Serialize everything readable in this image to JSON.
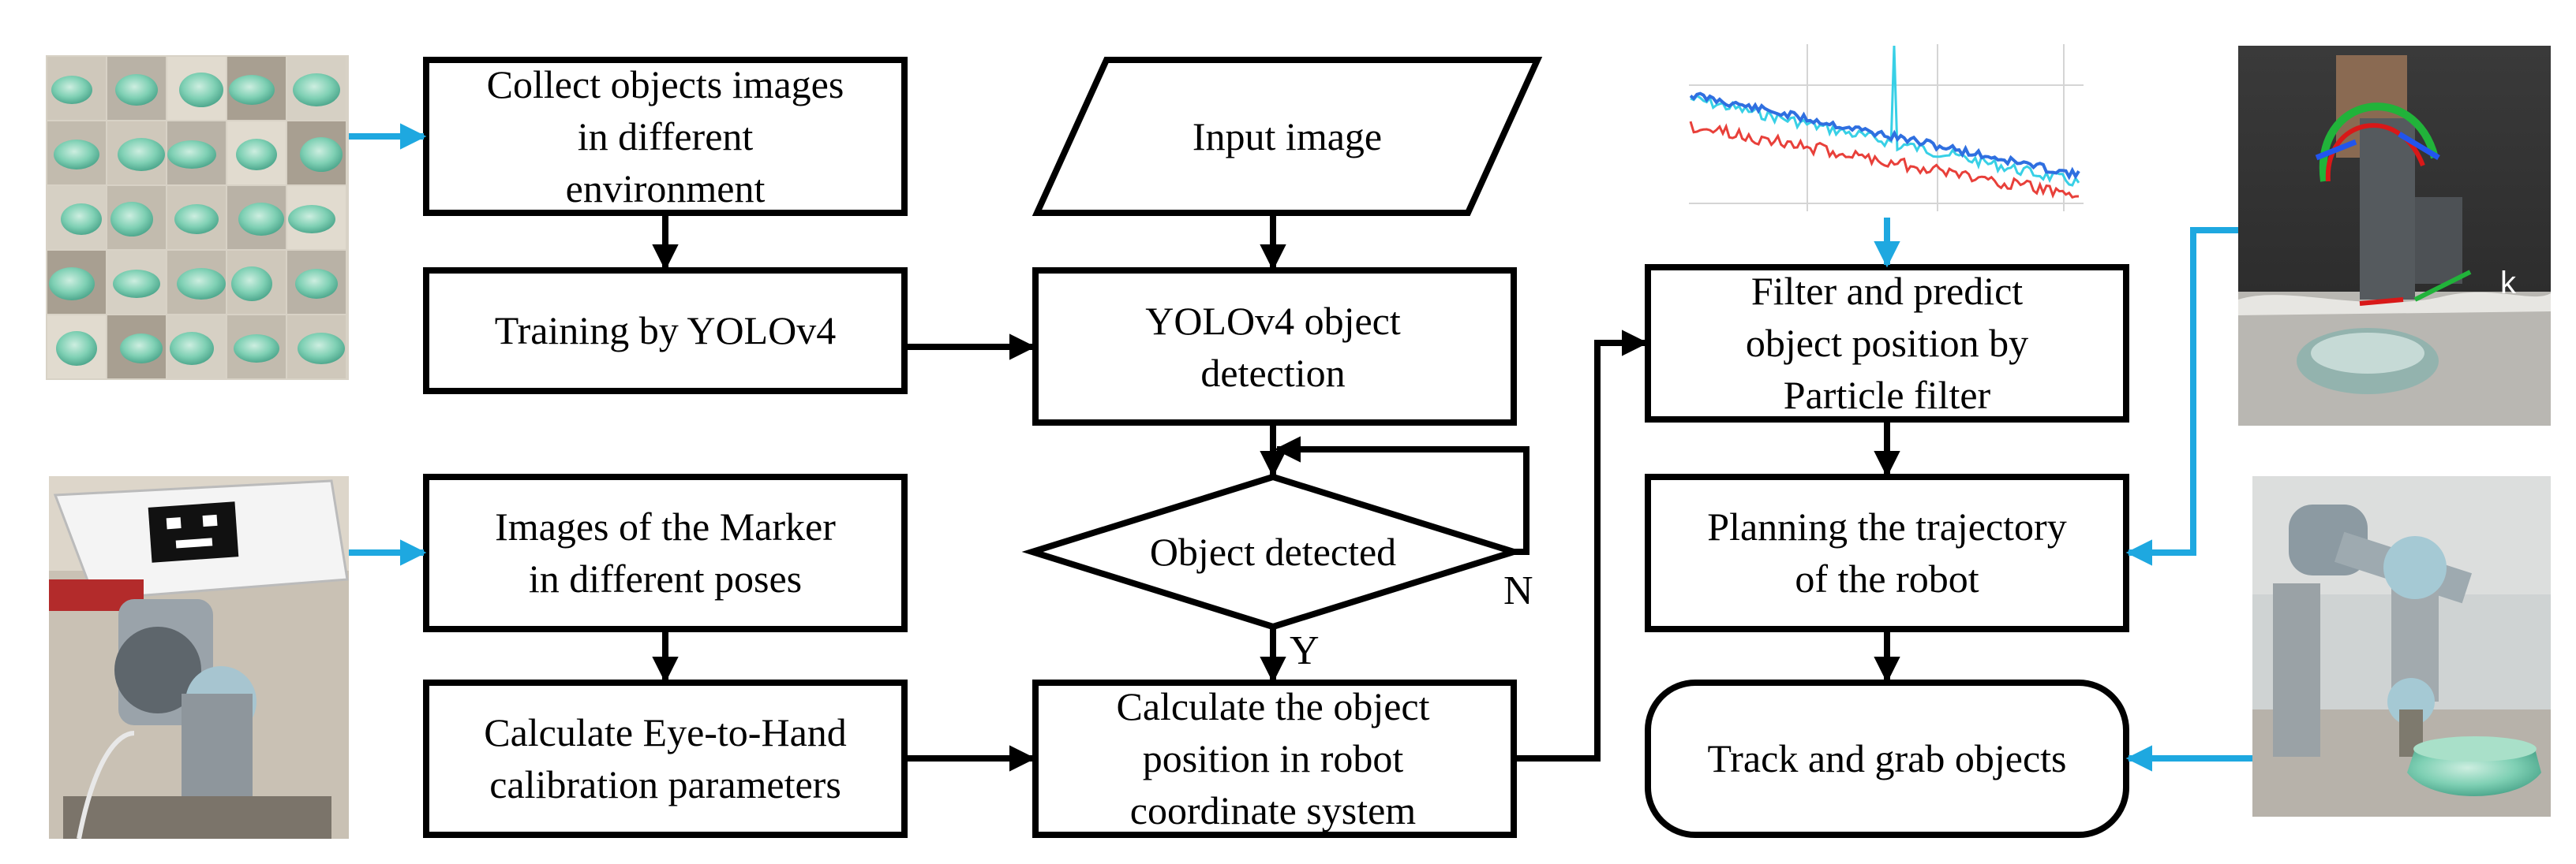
{
  "colors": {
    "box_stroke": "#000000",
    "arrow": "#000000",
    "photo_arrow": "#1ea8e0",
    "chart_line_red": "#e8403a",
    "chart_line_blue": "#2f6fe0",
    "chart_line_cyan": "#38d0e6"
  },
  "boxes": {
    "collect": {
      "lines": [
        "Collect objects images",
        "in different",
        "environment"
      ]
    },
    "training": {
      "lines": [
        "Training by YOLOv4"
      ]
    },
    "marker": {
      "lines": [
        "Images of the Marker",
        "in different poses"
      ]
    },
    "calib": {
      "lines": [
        "Calculate Eye-to-Hand",
        "calibration parameters"
      ]
    },
    "input": {
      "lines": [
        "Input image"
      ]
    },
    "yolo": {
      "lines": [
        "YOLOv4 object",
        "detection"
      ]
    },
    "decision": {
      "lines": [
        "Object detected"
      ]
    },
    "position": {
      "lines": [
        "Calculate the object",
        "position in robot",
        "coordinate system"
      ]
    },
    "filter": {
      "lines": [
        "Filter and predict",
        "object position by",
        "Particle filter"
      ]
    },
    "planning": {
      "lines": [
        "Planning the trajectory",
        "of the robot"
      ]
    },
    "track": {
      "lines": [
        "Track and grab objects"
      ]
    }
  },
  "branch_labels": {
    "no": "N",
    "yes": "Y"
  },
  "robot_axis_label": "k",
  "images": {
    "bowl_grid": "bowl-photo-grid",
    "marker_photo": "aruco-marker-robot-photo",
    "filter_plot": "particle-filter-plot",
    "robot_sim": "robot-simulation-render",
    "robot_grab": "robot-grabbing-bowl-photo"
  }
}
